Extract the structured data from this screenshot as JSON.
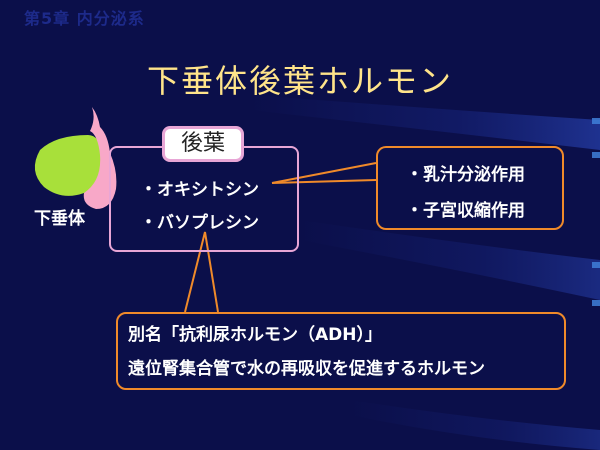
{
  "breadcrumb": "第5章 内分泌系",
  "title": "下垂体後葉ホルモン",
  "organ_label": "下垂体",
  "tag": "後葉",
  "hormones": [
    "・オキシトシン",
    "・バソプレシン"
  ],
  "functions": [
    "・乳汁分泌作用",
    "・子宮収縮作用"
  ],
  "notes": [
    "別名「抗利尿ホルモン（ADH）」",
    "遠位腎集合管で水の再吸収を促進するホルモン"
  ],
  "colors": {
    "background": "#0b0f4a",
    "title": "#ffe48a",
    "anterior_lobe": "#a8e03a",
    "posterior_lobe": "#f8a8c8",
    "box_pink": "#e8a6d6",
    "box_orange": "#f08a2a"
  }
}
